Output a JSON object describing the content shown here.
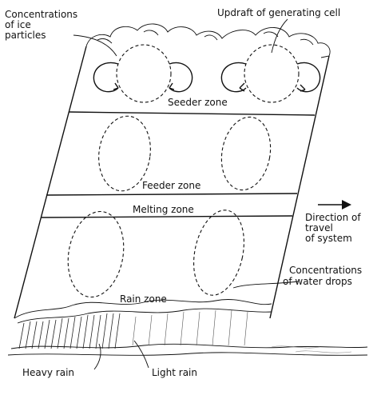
{
  "labels": {
    "ice_line1": "Concentrations",
    "ice_line2": "of ice",
    "ice_line3": "particles",
    "updraft": "Updraft of generating cell",
    "seeder_zone": "Seeder zone",
    "feeder_zone": "Feeder zone",
    "melting_zone": "Melting zone",
    "rain_zone": "Rain zone",
    "direction_line1": "Direction of",
    "direction_line2": "travel",
    "direction_line3": "of system",
    "drops_line1": "Concentrations",
    "drops_line2": "of water drops",
    "heavy_rain": "Heavy rain",
    "light_rain": "Light rain"
  }
}
